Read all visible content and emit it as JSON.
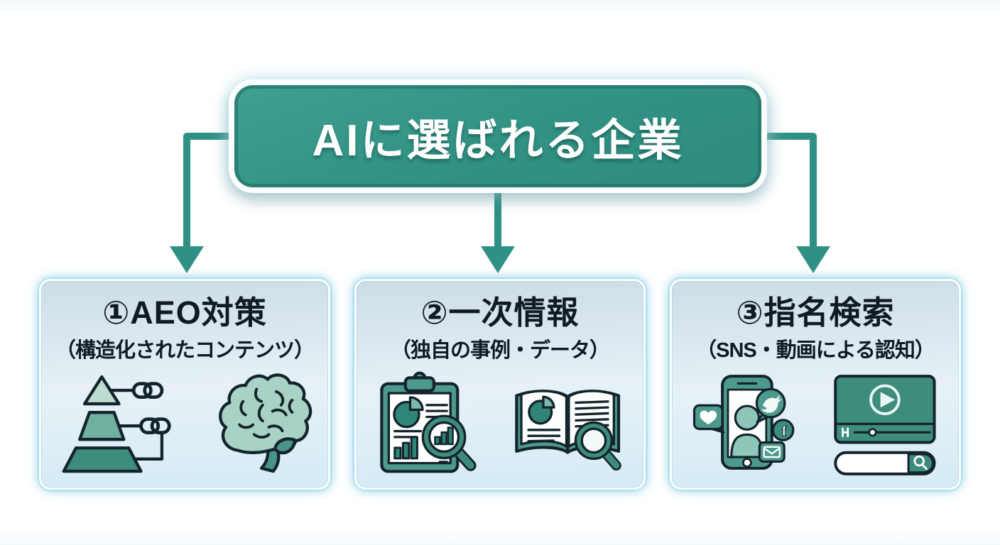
{
  "title_box": {
    "label": "AIに選ばれる企業"
  },
  "cards": [
    {
      "title": "①AEO対策",
      "subtitle": "（構造化されたコンテンツ）",
      "icons": [
        "pyramid-links-icon",
        "brain-icon"
      ]
    },
    {
      "title": "②一次情報",
      "subtitle": "（独自の事例・データ）",
      "icons": [
        "clipboard-chart-magnifier-icon",
        "open-book-magnifier-icon"
      ]
    },
    {
      "title": "③指名検索",
      "subtitle": "（SNS・動画による認知）",
      "icons": [
        "smartphone-social-icon",
        "video-player-search-bar-icon"
      ]
    }
  ],
  "facebook_glyph": "f",
  "colors": {
    "teal_box": "#319183",
    "teal_dark": "#2b8375",
    "teal_icon": "#4d9a8c",
    "teal_deep": "#2f8577",
    "teal_light": "#a9d2c6",
    "arrow": "#2f9185",
    "card_bg_top": "#ccdce6",
    "card_bg_bottom": "#d5ebf5",
    "heading_text": "#0f1b24",
    "outline": "#14242c",
    "white": "#ffffff"
  }
}
